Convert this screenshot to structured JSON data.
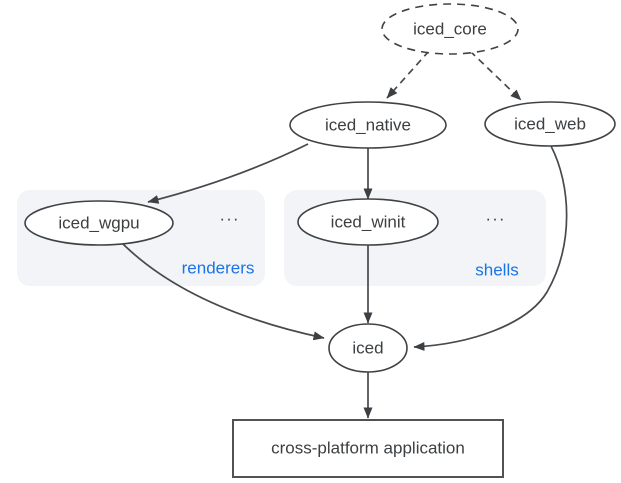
{
  "diagram": {
    "nodes": {
      "iced_core": {
        "label": "iced_core",
        "shape": "dashed-ellipse"
      },
      "iced_native": {
        "label": "iced_native",
        "shape": "ellipse"
      },
      "iced_web": {
        "label": "iced_web",
        "shape": "ellipse"
      },
      "iced_wgpu": {
        "label": "iced_wgpu",
        "shape": "ellipse"
      },
      "iced_winit": {
        "label": "iced_winit",
        "shape": "ellipse"
      },
      "iced": {
        "label": "iced",
        "shape": "ellipse"
      },
      "application": {
        "label": "cross-platform application",
        "shape": "rect"
      }
    },
    "groups": {
      "renderers": {
        "label": "renderers",
        "ellipsis": "...",
        "members": [
          "iced_wgpu"
        ]
      },
      "shells": {
        "label": "shells",
        "ellipsis": "...",
        "members": [
          "iced_winit"
        ]
      }
    },
    "edges": [
      {
        "from": "iced_core",
        "to": "iced_native",
        "style": "dashed"
      },
      {
        "from": "iced_core",
        "to": "iced_web",
        "style": "dashed"
      },
      {
        "from": "iced_native",
        "to": "iced_wgpu",
        "style": "solid"
      },
      {
        "from": "iced_native",
        "to": "iced_winit",
        "style": "solid"
      },
      {
        "from": "iced_wgpu",
        "to": "iced",
        "style": "solid"
      },
      {
        "from": "iced_winit",
        "to": "iced",
        "style": "solid"
      },
      {
        "from": "iced_web",
        "to": "iced",
        "style": "solid"
      },
      {
        "from": "iced",
        "to": "application",
        "style": "solid"
      }
    ],
    "colors": {
      "background": "#ffffff",
      "line": "#46494d",
      "node_stroke": "#3f4245",
      "text": "#3c4043",
      "group_fill": "#f2f4f7",
      "group_label_blue": "#1a73e8"
    }
  }
}
